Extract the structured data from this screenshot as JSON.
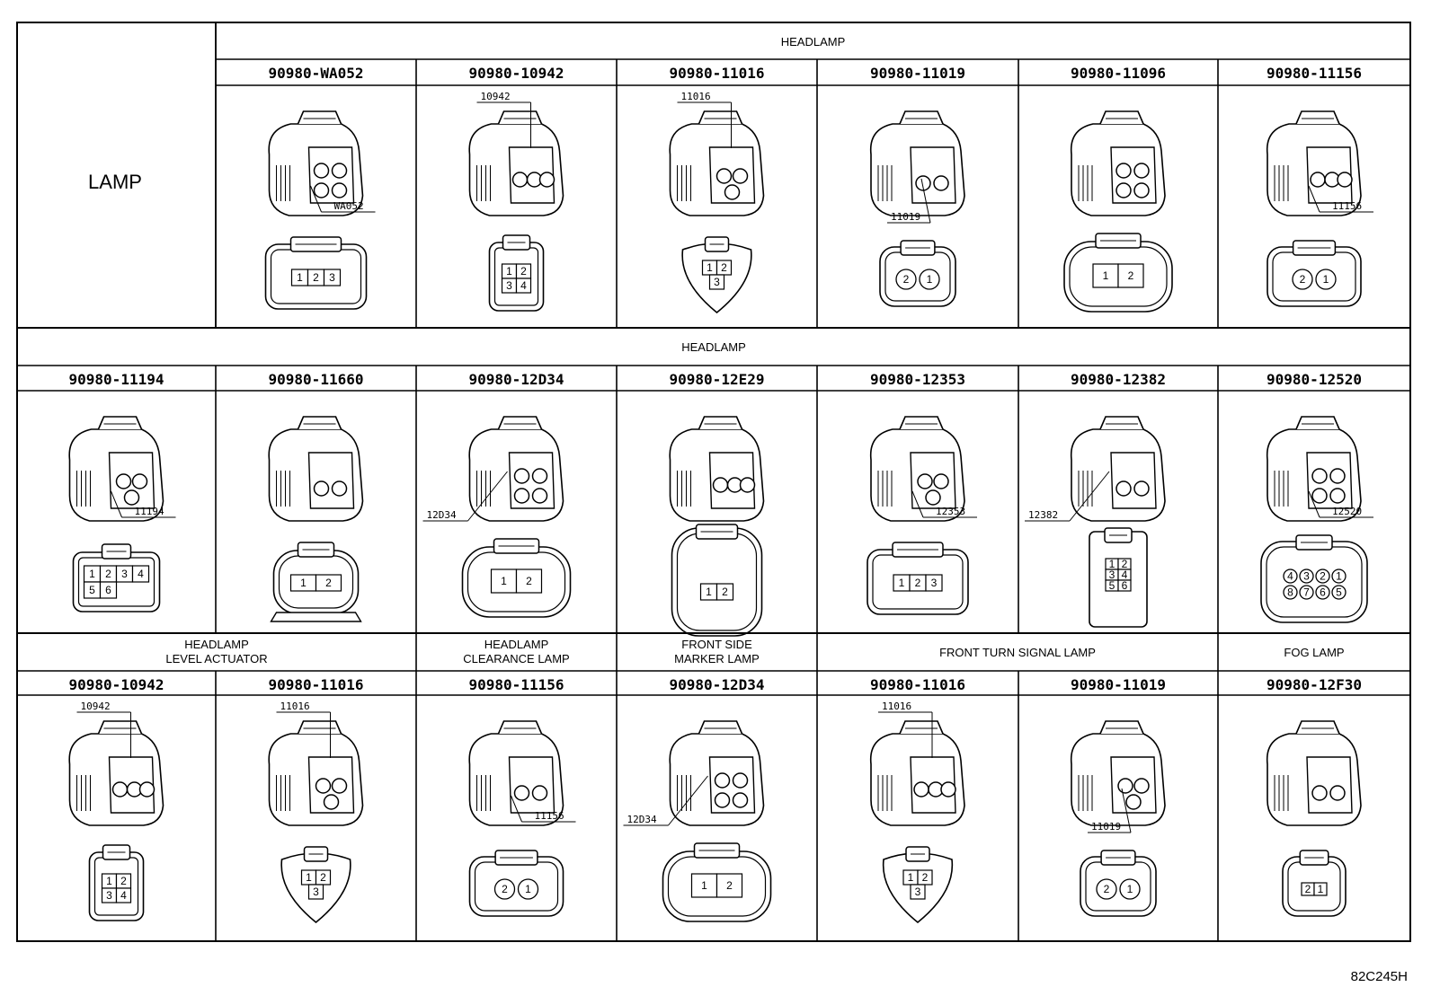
{
  "lamp_label": "LAMP",
  "figure_code": "82C245H",
  "rows": [
    {
      "sections": [
        {
          "label": "",
          "span": 1
        },
        {
          "label": "HEADLAMP",
          "span": 6
        }
      ],
      "cells": [
        null,
        {
          "part": "90980-WA052",
          "callout": "WA052",
          "pins": [
            "1",
            "2",
            "3"
          ],
          "shape": "wide"
        },
        {
          "part": "90980-10942",
          "callout": "10942",
          "pins": [
            "1",
            "2",
            "3",
            "4"
          ],
          "shape": "quad"
        },
        {
          "part": "90980-11016",
          "callout": "11016",
          "pins": [
            "1",
            "2",
            "3"
          ],
          "shape": "tri"
        },
        {
          "part": "90980-11019",
          "callout": "11019",
          "pins": [
            "2",
            "1"
          ],
          "shape": "round2"
        },
        {
          "part": "90980-11096",
          "callout": "",
          "pins": [
            "1",
            "2"
          ],
          "shape": "oval2"
        },
        {
          "part": "90980-11156",
          "callout": "11156",
          "pins": [
            "2",
            "1"
          ],
          "shape": "round2b"
        }
      ]
    },
    {
      "sections": [
        {
          "label": "HEADLAMP",
          "span": 7
        }
      ],
      "cells": [
        {
          "part": "90980-11194",
          "callout": "11194",
          "pins": [
            "1",
            "2",
            "3",
            "4",
            "5",
            "6"
          ],
          "shape": "six"
        },
        {
          "part": "90980-11660",
          "callout": "",
          "pins": [
            "1",
            "2"
          ],
          "shape": "clip2"
        },
        {
          "part": "90980-12D34",
          "callout": "12D34",
          "pins": [
            "1",
            "2"
          ],
          "shape": "oval2"
        },
        {
          "part": "90980-12E29",
          "callout": "",
          "pins": [
            "1",
            "2"
          ],
          "shape": "tall2"
        },
        {
          "part": "90980-12353",
          "callout": "12353",
          "pins": [
            "1",
            "2",
            "3"
          ],
          "shape": "wide"
        },
        {
          "part": "90980-12382",
          "callout": "12382",
          "pins": [
            "1",
            "2",
            "3",
            "4",
            "5",
            "6"
          ],
          "shape": "col6"
        },
        {
          "part": "90980-12520",
          "callout": "12520",
          "pins": [
            "4",
            "3",
            "2",
            "1",
            "8",
            "7",
            "6",
            "5"
          ],
          "shape": "eight"
        }
      ]
    },
    {
      "sections": [
        {
          "label": "HEADLAMP",
          "label2": "LEVEL ACTUATOR",
          "span": 2
        },
        {
          "label": "HEADLAMP",
          "label2": "CLEARANCE LAMP",
          "span": 1
        },
        {
          "label": "FRONT SIDE",
          "label2": "MARKER LAMP",
          "span": 1
        },
        {
          "label": "FRONT TURN SIGNAL LAMP",
          "span": 2
        },
        {
          "label": "FOG LAMP",
          "span": 1
        }
      ],
      "cells": [
        {
          "part": "90980-10942",
          "callout": "10942",
          "pins": [
            "1",
            "2",
            "3",
            "4"
          ],
          "shape": "quad"
        },
        {
          "part": "90980-11016",
          "callout": "11016",
          "pins": [
            "1",
            "2",
            "3"
          ],
          "shape": "tri"
        },
        {
          "part": "90980-11156",
          "callout": "11156",
          "pins": [
            "2",
            "1"
          ],
          "shape": "round2b"
        },
        {
          "part": "90980-12D34",
          "callout": "12D34",
          "pins": [
            "1",
            "2"
          ],
          "shape": "oval2"
        },
        {
          "part": "90980-11016",
          "callout": "11016",
          "pins": [
            "1",
            "2",
            "3"
          ],
          "shape": "tri"
        },
        {
          "part": "90980-11019",
          "callout": "11019",
          "pins": [
            "2",
            "1"
          ],
          "shape": "round2"
        },
        {
          "part": "90980-12F30",
          "callout": "",
          "pins": [
            "2",
            "1"
          ],
          "shape": "small2"
        }
      ]
    }
  ]
}
